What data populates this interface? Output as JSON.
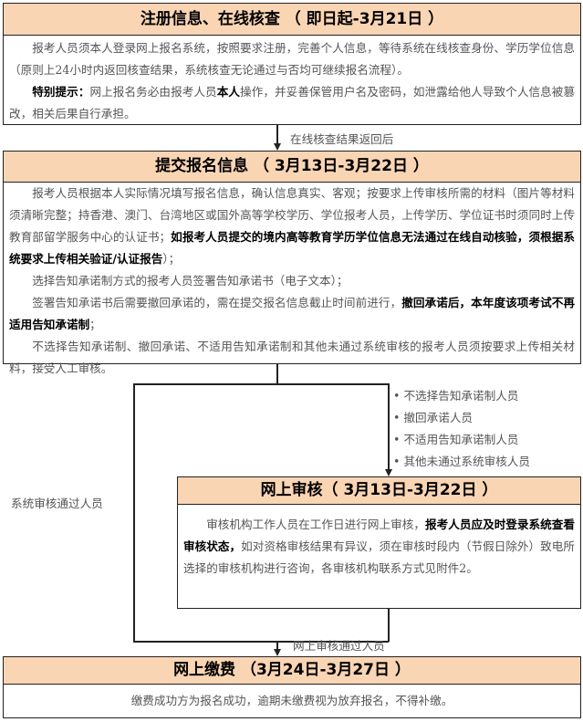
{
  "step1": {
    "title": "注册信息、在线核查 （ 即日起-3月21日 ）",
    "p1": "报考人员须本人登录网上报名系统，按照要求注册，完善个人信息，等待系统在线核查身份、学历学位信息（原则上24小时内返回核查结果，系统核查无论通过与否均可继续报名流程）。",
    "p2_bold1": "特别提示：",
    "p2_a": "网上报名务必由报考人员",
    "p2_bold2": "本人",
    "p2_b": "操作，并妥善保管用户名及密码，如泄露给他人导致个人信息被篡改，相关后果自行承担。"
  },
  "arrow1": "在线核查结果返回后",
  "step2": {
    "title": "提交报名信息 （ 3月13日-3月22日 ）",
    "p1_a": "报考人员根据本人实际情况填写报名信息，确认信息真实、客观；按要求上传审核所需的材料（图片等材料须清晰完整；持香港、澳门、台湾地区或国外高等学校学历、学位报考人员，上传学历、学位证书时须同时上传教育部留学服务中心的认证书；",
    "p1_bold": "如报考人员提交的境内高等教育学历学位信息无法通过在线自动核验，须根据系统要求上传相关验证/认证报告",
    "p1_b": "）；",
    "p2": "选择告知承诺制方式的报考人员签署告知承诺书（电子文本）；",
    "p3_a": "签署告知承诺书后需要撤回承诺的，需在提交报名信息截止时间前进行，",
    "p3_bold": "撤回承诺后，本年度该项考试不再适用告知承诺制",
    "p3_b": "；",
    "p4": "不选择告知承诺制、撤回承诺、不适用告知承诺制和其他未通过系统审核的报考人员须按要求上传相关材料，接受人工审核。"
  },
  "branch_left": "系统审核通过人员",
  "branch_right": [
    "不选择告知承诺制人员",
    "撤回承诺人员",
    "不适用告知承诺制人员",
    "其他未通过系统审核人员"
  ],
  "step3": {
    "title": "网上审核（ 3月13日-3月22日 ）",
    "p_a": "审核机构工作人员在工作日进行网上审核，",
    "p_bold": "报考人员应及时登录系统查看审核状态，",
    "p_b": "如对资格审核结果有异议，须在审核时段内（节假日除外）致电所选择的审核机构进行咨询，各审核机构联系方式见附件2。"
  },
  "arrow2": "网上审核通过人员",
  "step4": {
    "title": "网上缴费 （3月24日-3月27日 ）",
    "p": "缴费成功方为报名成功，逾期未缴费视为放弃报名，不得补缴。"
  }
}
